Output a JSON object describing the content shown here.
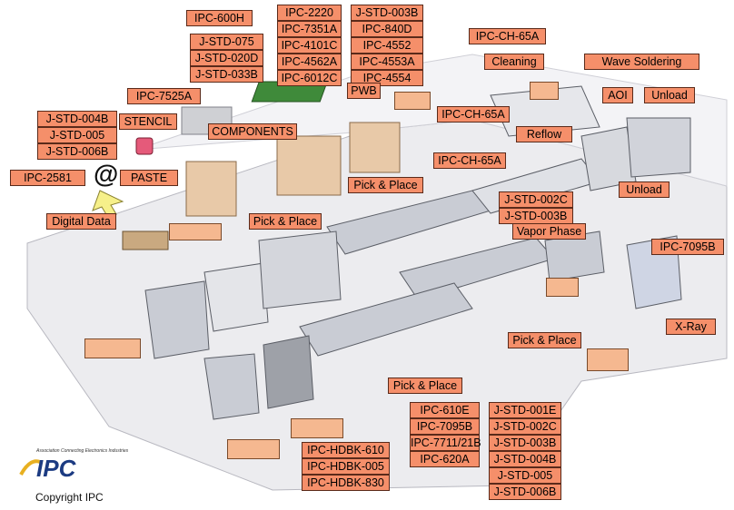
{
  "standards": {
    "ipc_600h": "IPC-600H",
    "stencil_group": [
      "J-STD-075",
      "J-STD-020D",
      "J-STD-033B"
    ],
    "pwb_group_a": [
      "IPC-2220",
      "IPC-7351A",
      "IPC-4101C",
      "IPC-4562A",
      "IPC-6012C"
    ],
    "pwb_group_b": [
      "J-STD-003B",
      "IPC-840D",
      "IPC-4552",
      "IPC-4553A",
      "IPC-4554"
    ],
    "ipc_7525a": "IPC-7525A",
    "paste_group": [
      "J-STD-004B",
      "J-STD-005",
      "J-STD-006B"
    ],
    "ipc_2581": "IPC-2581",
    "cleaning_std": "IPC-CH-65A",
    "clean_area_std_1": "IPC-CH-65A",
    "clean_area_std_2": "IPC-CH-65A",
    "reflow_group": [
      "J-STD-002C",
      "J-STD-003B"
    ],
    "xray_std": "IPC-7095B",
    "assembly_group_a": [
      "IPC-610E",
      "IPC-7095B",
      "IPC-7711/21B",
      "IPC-620A"
    ],
    "assembly_group_b": [
      "J-STD-001E",
      "J-STD-002C",
      "J-STD-003B",
      "J-STD-004B",
      "J-STD-005",
      "J-STD-006B"
    ],
    "hdbk_group": [
      "IPC-HDBK-610",
      "IPC-HDBK-005",
      "IPC-HDBK-830"
    ]
  },
  "areas": {
    "cleaning": "Cleaning",
    "wave_soldering": "Wave Soldering",
    "stencil": "STENCIL",
    "components": "COMPONENTS",
    "pwb": "PWB",
    "aoi": "AOI",
    "unload_top": "Unload",
    "reflow": "Reflow",
    "paste": "PASTE",
    "unload_mid": "Unload",
    "pick_place_1": "Pick & Place",
    "digital_data": "Digital Data",
    "pick_place_2": "Pick & Place",
    "vapor_phase": "Vapor Phase",
    "pick_place_3": "Pick & Place",
    "pick_place_4": "Pick & Place",
    "xray": "X-Ray"
  },
  "brand": {
    "at_symbol": "@",
    "tagline": "Association Connecting Electronics Industries",
    "logo_text": "IPC",
    "copyright": "Copyright IPC",
    "accent": "#f58f6a",
    "logo_blue": "#1c3b82"
  }
}
